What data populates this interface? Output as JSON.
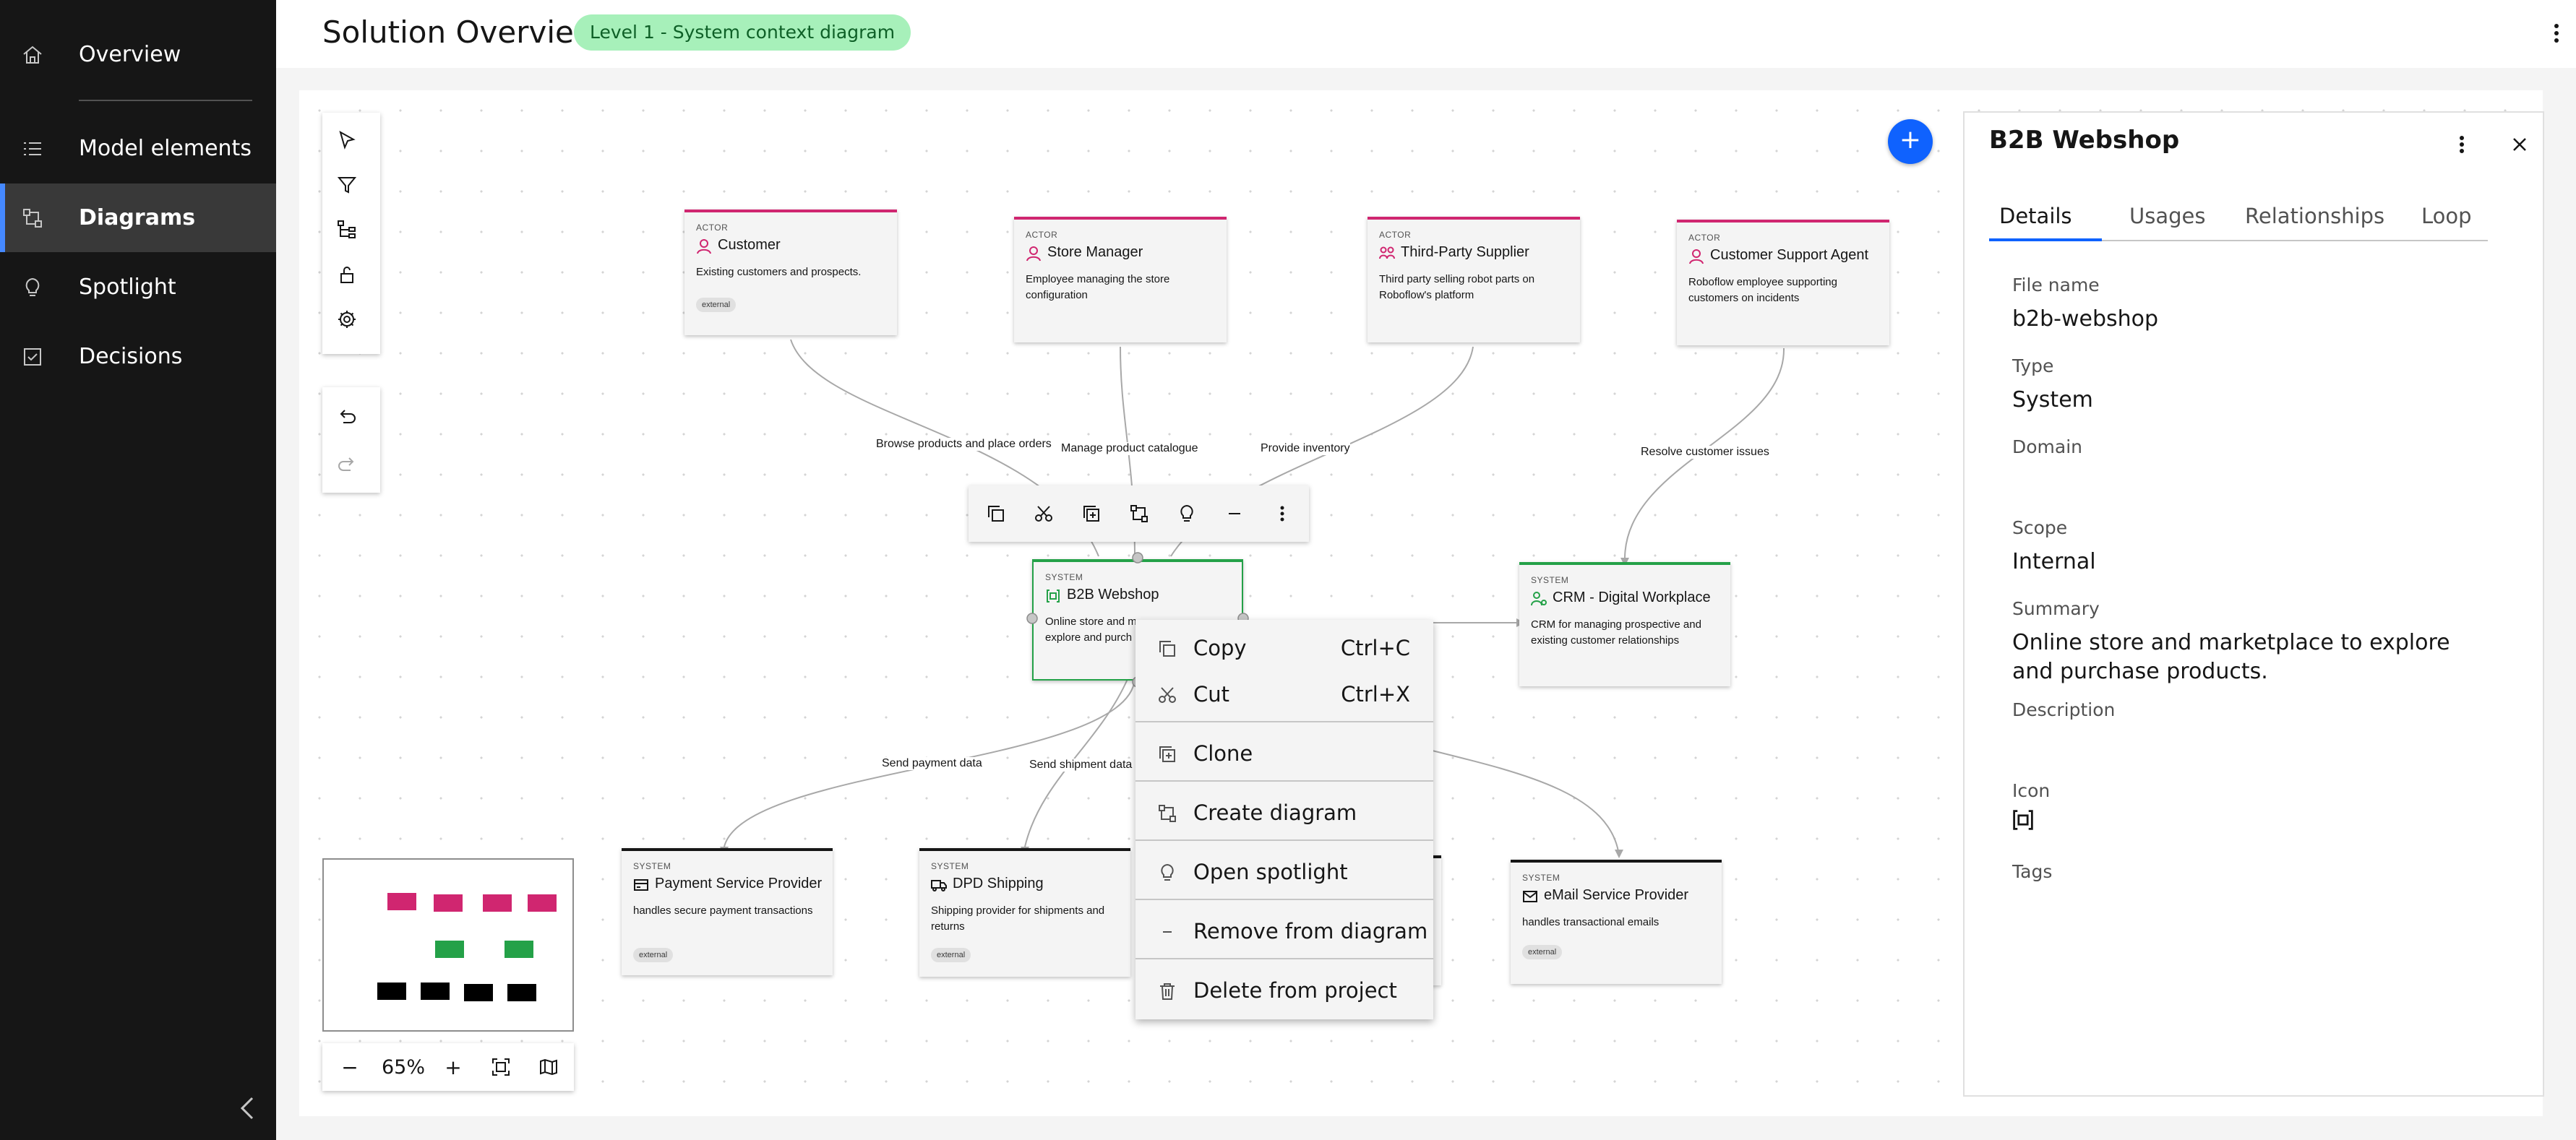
{
  "nav": {
    "items": [
      {
        "label": "Overview",
        "icon": "home-icon"
      },
      {
        "label": "Model elements",
        "icon": "list-icon"
      },
      {
        "label": "Diagrams",
        "icon": "diagram-icon"
      },
      {
        "label": "Spotlight",
        "icon": "lightbulb-icon"
      },
      {
        "label": "Decisions",
        "icon": "checkbox-icon"
      }
    ],
    "active": "Diagrams"
  },
  "header": {
    "title": "Solution Overview",
    "tag": "Level 1 - System context diagram"
  },
  "diagram": {
    "nodes": {
      "customer": {
        "kind": "ACTOR",
        "title": "Customer",
        "desc": "Existing customers and prospects.",
        "tag": "external"
      },
      "store_manager": {
        "kind": "ACTOR",
        "title": "Store Manager",
        "desc": "Employee managing the store configuration"
      },
      "supplier": {
        "kind": "ACTOR",
        "title": "Third-Party Supplier",
        "desc": "Third party selling robot parts on Roboflow's platform"
      },
      "support_agent": {
        "kind": "ACTOR",
        "title": "Customer Support Agent",
        "desc": "Roboflow employee supporting customers on incidents"
      },
      "webshop": {
        "kind": "SYSTEM",
        "title": "B2B Webshop",
        "desc": "Online store and m explore and purch"
      },
      "crm": {
        "kind": "SYSTEM",
        "title": "CRM - Digital Workplace",
        "desc": "CRM for managing prospective and existing customer relationships"
      },
      "payment": {
        "kind": "SYSTEM",
        "title": "Payment Service Provider",
        "desc": "handles secure payment transactions",
        "tag": "external"
      },
      "dpd": {
        "kind": "SYSTEM",
        "title": "DPD Shipping",
        "desc": "Shipping provider for shipments and returns",
        "tag": "external"
      },
      "email": {
        "kind": "SYSTEM",
        "title": "eMail Service Provider",
        "desc": "handles transactional emails",
        "tag": "external"
      }
    },
    "links": {
      "browse": "Browse products and place orders",
      "manage": "Manage product catalogue",
      "inventory": "Provide inventory",
      "resolve": "Resolve customer issues",
      "payment": "Send payment data",
      "shipment": "Send shipment data"
    }
  },
  "toolbar": {
    "tools": [
      "select-icon",
      "filter-icon",
      "tree-icon",
      "lock-icon",
      "settings-icon"
    ],
    "history": [
      "undo-icon",
      "redo-icon"
    ],
    "floating": [
      "copy-icon",
      "cut-icon",
      "clone-icon",
      "create-diagram-icon",
      "spotlight-icon",
      "remove-icon",
      "more-icon"
    ]
  },
  "context_menu": {
    "items": [
      {
        "label": "Copy",
        "shortcut": "Ctrl+C",
        "icon": "copy-icon"
      },
      {
        "label": "Cut",
        "shortcut": "Ctrl+X",
        "icon": "cut-icon"
      },
      {
        "label": "Clone",
        "icon": "clone-icon"
      },
      {
        "label": "Create diagram",
        "icon": "create-diagram-icon"
      },
      {
        "label": "Open spotlight",
        "icon": "lightbulb-icon"
      },
      {
        "label": "Remove from diagram",
        "icon": "minus-icon"
      },
      {
        "label": "Delete from project",
        "icon": "trash-icon"
      }
    ]
  },
  "zoom": {
    "minus": "−",
    "level": "65%",
    "plus": "+"
  },
  "add_button": "+",
  "details": {
    "title": "B2B Webshop",
    "tabs": [
      "Details",
      "Usages",
      "Relationships",
      "Loop"
    ],
    "active_tab": "Details",
    "fields": {
      "file_name": {
        "label": "File name",
        "value": "b2b-webshop"
      },
      "type": {
        "label": "Type",
        "value": "System"
      },
      "domain": {
        "label": "Domain",
        "value": ""
      },
      "scope": {
        "label": "Scope",
        "value": "Internal"
      },
      "summary": {
        "label": "Summary",
        "value": "Online store and marketplace to explore and purchase products."
      },
      "description": {
        "label": "Description",
        "value": ""
      },
      "icon": {
        "label": "Icon",
        "value": "system-icon"
      },
      "tags": {
        "label": "Tags",
        "value": ""
      }
    }
  },
  "colors": {
    "actor_accent": "#d02670",
    "system_accent": "#24a148",
    "external_accent": "#161616",
    "primary": "#0f62fe",
    "tag_bg": "#a7f0ba"
  }
}
